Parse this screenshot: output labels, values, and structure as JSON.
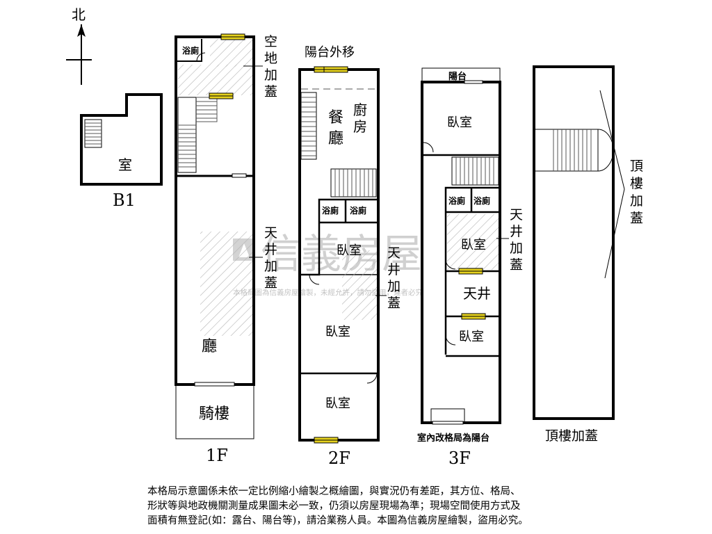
{
  "compass": {
    "north": "北"
  },
  "floors": {
    "b1": {
      "label": "B1",
      "room": "室"
    },
    "f1": {
      "label": "1F",
      "bath": "浴廁",
      "yard_note": "空地加蓋",
      "light_well_note": "天井加蓋",
      "hall": "廳",
      "arcade": "騎樓"
    },
    "f2": {
      "label": "2F",
      "balcony_note": "陽台外移",
      "dining": "餐廳",
      "kitchen": "廚房",
      "bath1": "浴廁",
      "bath2": "浴廁",
      "bedroom1": "臥室",
      "light_well_note": "天井加蓋",
      "bedroom2": "臥室",
      "bedroom3": "臥室"
    },
    "f3": {
      "label": "3F",
      "balcony": "陽台",
      "bedroom1": "臥室",
      "bath1": "浴廁",
      "bath2": "浴廁",
      "bedroom2": "臥室",
      "light_well_note": "天井加蓋",
      "light_well": "天井",
      "bedroom3": "臥室",
      "conversion_note": "室內改格局為陽台"
    },
    "roof": {
      "label": "頂樓加蓋",
      "note": "頂樓加蓋"
    }
  },
  "watermark": {
    "brand": "信義房屋",
    "text": "本格局圖為信義房屋繪製，未經允許，請勿盜用，違者必究"
  },
  "disclaimer": [
    "本格局示意圖係未依一定比例縮小繪製之概繪圖，與實況仍有差距，其方位、格局、",
    "形狀等與地政機關測量成果圖未必一致，仍須以房屋現場為準；現場空間使用方式及",
    "面積有無登記(如：露台、陽台等)，請洽業務人員。本圖為信義房屋繪製，盜用必究。"
  ],
  "colors": {
    "wall": "#000000",
    "window": "#e6d21e",
    "hatch": "#b4b4b4",
    "watermark": "#c8c8c8"
  }
}
